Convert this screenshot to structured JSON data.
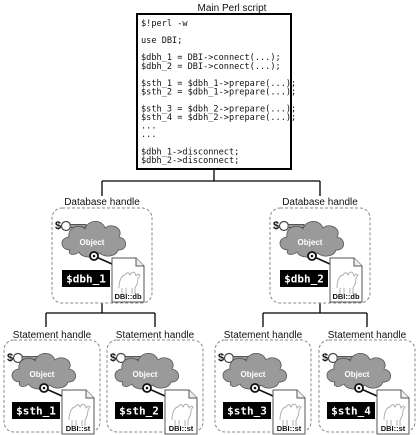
{
  "script": {
    "title": "Main Perl script",
    "lines": [
      "$!perl -w",
      "",
      "use DBI;",
      "",
      "$dbh_1 = DBI->connect(...);",
      "$dbh_2 = DBI->connect(...);",
      "",
      "$sth_1 = $dbh_1->prepare(...);",
      "$sth_2 = $dbh_1->prepare(...);",
      "",
      "$sth_3 = $dbh_2->prepare(...);",
      "$sth_4 = $dbh_2->prepare(...);",
      "...",
      "...",
      "",
      "$dbh_1->disconnect;",
      "$dbh_2->disconnect;"
    ]
  },
  "db_handles": [
    {
      "caption": "Database handle",
      "var": "$dbh_1",
      "object": "Object",
      "doc": "DBI::db"
    },
    {
      "caption": "Database handle",
      "var": "$dbh_2",
      "object": "Object",
      "doc": "DBI::db"
    }
  ],
  "st_handles": [
    {
      "caption": "Statement handle",
      "var": "$sth_1",
      "object": "Object",
      "doc": "DBI::st"
    },
    {
      "caption": "Statement handle",
      "var": "$sth_2",
      "object": "Object",
      "doc": "DBI::st"
    },
    {
      "caption": "Statement handle",
      "var": "$sth_3",
      "object": "Object",
      "doc": "DBI::st"
    },
    {
      "caption": "Statement handle",
      "var": "$sth_4",
      "object": "Object",
      "doc": "DBI::st"
    }
  ],
  "sigil": "$",
  "colors": {
    "cloud": "#9a9a9a",
    "label_bg": "#000000",
    "dashed_border": "#888888"
  },
  "icons": [
    "cloud-icon",
    "key-icon",
    "document-icon",
    "camel-icon"
  ]
}
